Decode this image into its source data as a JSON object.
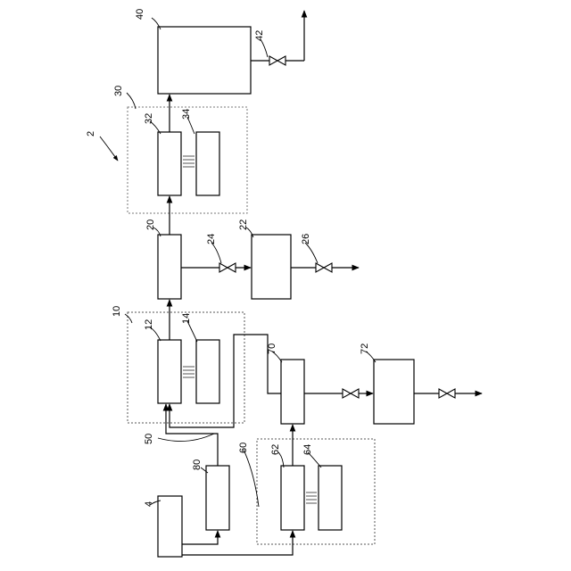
{
  "figure": {
    "system_label": "2",
    "source_label": "4",
    "units": [
      {
        "id": "u10",
        "label": "10"
      },
      {
        "id": "u12",
        "label": "12"
      },
      {
        "id": "u14",
        "label": "14"
      },
      {
        "id": "u20",
        "label": "20"
      },
      {
        "id": "u22",
        "label": "22"
      },
      {
        "id": "u24",
        "label": "24"
      },
      {
        "id": "u26",
        "label": "26"
      },
      {
        "id": "u30",
        "label": "30"
      },
      {
        "id": "u32",
        "label": "32"
      },
      {
        "id": "u34",
        "label": "34"
      },
      {
        "id": "u40",
        "label": "40"
      },
      {
        "id": "u42",
        "label": "42"
      },
      {
        "id": "u50",
        "label": "50"
      },
      {
        "id": "u60",
        "label": "60"
      },
      {
        "id": "u62",
        "label": "62"
      },
      {
        "id": "u64",
        "label": "64"
      },
      {
        "id": "u70",
        "label": "70"
      },
      {
        "id": "u72",
        "label": "72"
      },
      {
        "id": "u80",
        "label": "80"
      }
    ]
  }
}
